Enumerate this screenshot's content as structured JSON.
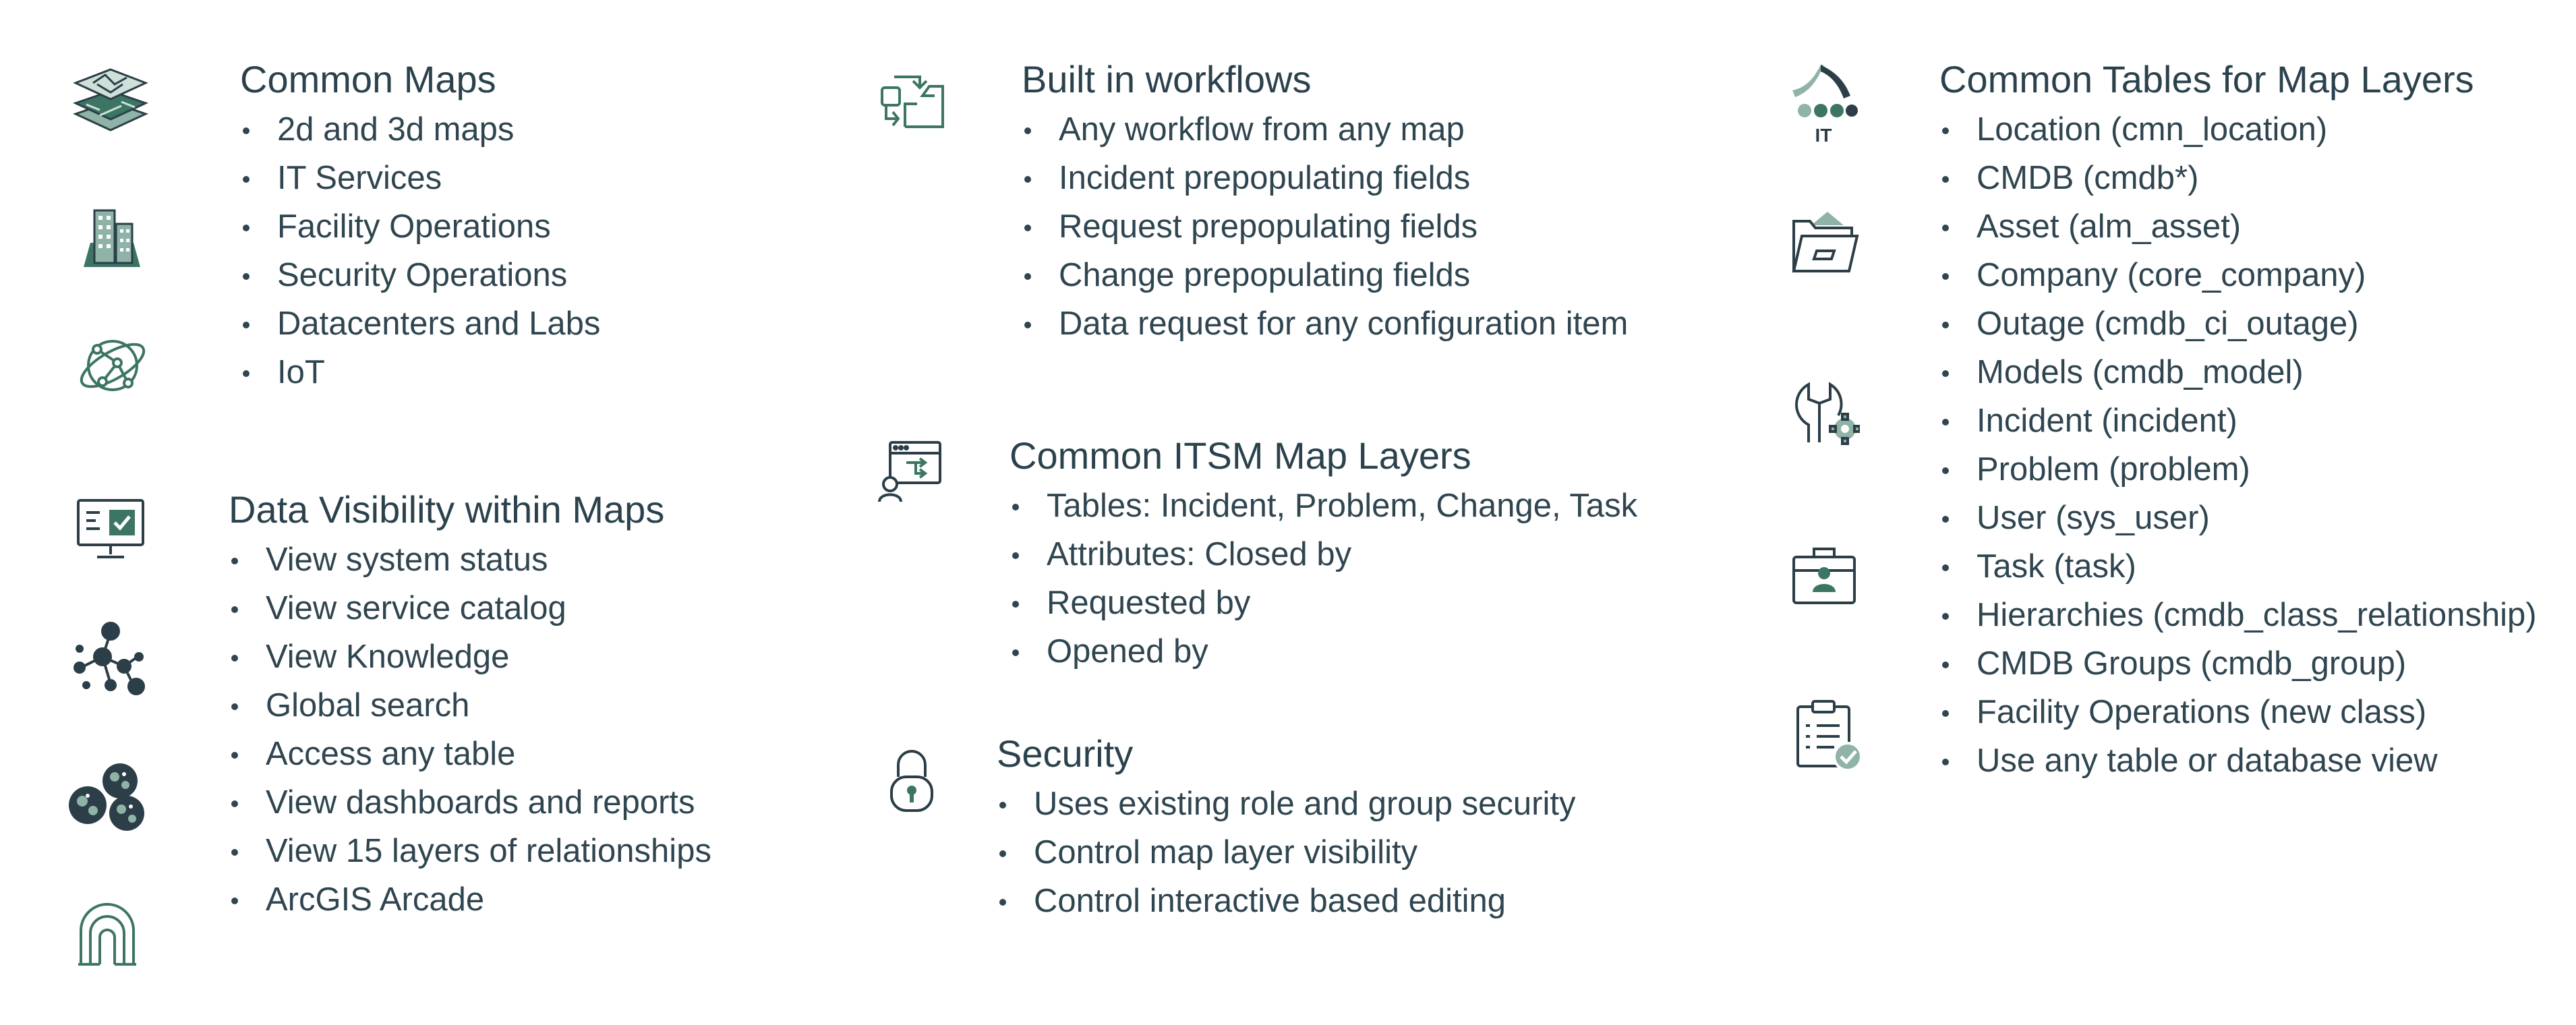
{
  "colors": {
    "text": "#2f4550",
    "icon_dark": "#2c3e48",
    "icon_green": "#3d7565",
    "icon_green_light": "#8fb3a6",
    "icon_green_pale": "#cfe0d9"
  },
  "sections": {
    "common_maps": {
      "title": "Common Maps",
      "items": [
        "2d and 3d maps",
        "IT Services",
        "Facility Operations",
        "Security Operations",
        "Datacenters and Labs",
        "IoT"
      ]
    },
    "data_visibility": {
      "title": "Data Visibility within Maps",
      "items": [
        "View system status",
        "View service catalog",
        "View Knowledge",
        "Global search",
        "Access any table",
        "View dashboards and reports",
        "View 15 layers of relationships",
        "ArcGIS Arcade"
      ]
    },
    "built_in_workflows": {
      "title": "Built in workflows",
      "items": [
        "Any workflow from any map",
        "Incident prepopulating fields",
        "Request prepopulating fields",
        "Change prepopulating fields",
        "Data request for any configuration item"
      ]
    },
    "itsm_map_layers": {
      "title": "Common ITSM Map Layers",
      "items": [
        "Tables: Incident, Problem, Change, Task",
        "Attributes: Closed by",
        "Requested by",
        "Opened by"
      ]
    },
    "security": {
      "title": "Security",
      "items": [
        "Uses existing role and group security",
        "Control map layer visibility",
        "Control interactive based editing"
      ]
    },
    "common_tables": {
      "title": "Common Tables for Map Layers",
      "items": [
        "Location (cmn_location)",
        "CMDB (cmdb*)",
        "Asset (alm_asset)",
        "Company (core_company)",
        "Outage (cmdb_ci_outage)",
        "Models (cmdb_model)",
        "Incident (incident)",
        "Problem (problem)",
        "User (sys_user)",
        "Task (task)",
        "Hierarchies (cmdb_class_relationship)",
        "CMDB Groups (cmdb_group)",
        "Facility Operations (new class)",
        "Use any table or database view"
      ]
    }
  },
  "icons": {
    "it_logo_text": "IT",
    "names": [
      "layered-map-icon",
      "city-buildings-icon",
      "global-network-icon",
      "monitor-check-icon",
      "network-nodes-icon",
      "globe-cluster-icon",
      "arcade-arch-icon",
      "workflow-arrows-icon",
      "user-flowchart-icon",
      "padlock-icon",
      "it-logo-icon",
      "folder-upload-icon",
      "wrench-gear-icon",
      "briefcase-user-icon",
      "clipboard-check-icon"
    ]
  }
}
